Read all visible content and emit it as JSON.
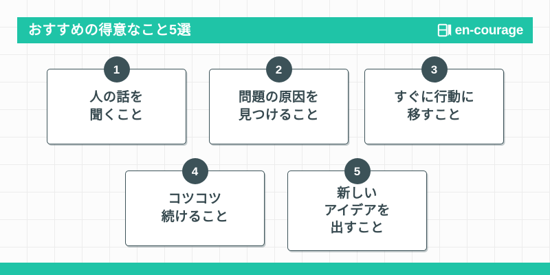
{
  "header": {
    "title": "おすすめの得意なこと5選",
    "brand_name": "en-courage",
    "brand_icon": "book-bookmark-icon",
    "background_color": "#1fc4a7",
    "text_color": "#ffffff"
  },
  "theme": {
    "accent": "#1fc4a7",
    "ink": "#36494f",
    "card_border": "#3c5258",
    "badge_fill": "#3c5258",
    "page_background": "#fcfcfc",
    "grid_line": "#ececec"
  },
  "cards": [
    {
      "number": "1",
      "text": "人の話を\n聞くこと"
    },
    {
      "number": "2",
      "text": "問題の原因を\n見つけること"
    },
    {
      "number": "3",
      "text": "すぐに行動に\n移すこと"
    },
    {
      "number": "4",
      "text": "コツコツ\n続けること"
    },
    {
      "number": "5",
      "text": "新しい\nアイデアを\n出すこと"
    }
  ],
  "footer": {
    "background_color": "#1fc4a7"
  }
}
